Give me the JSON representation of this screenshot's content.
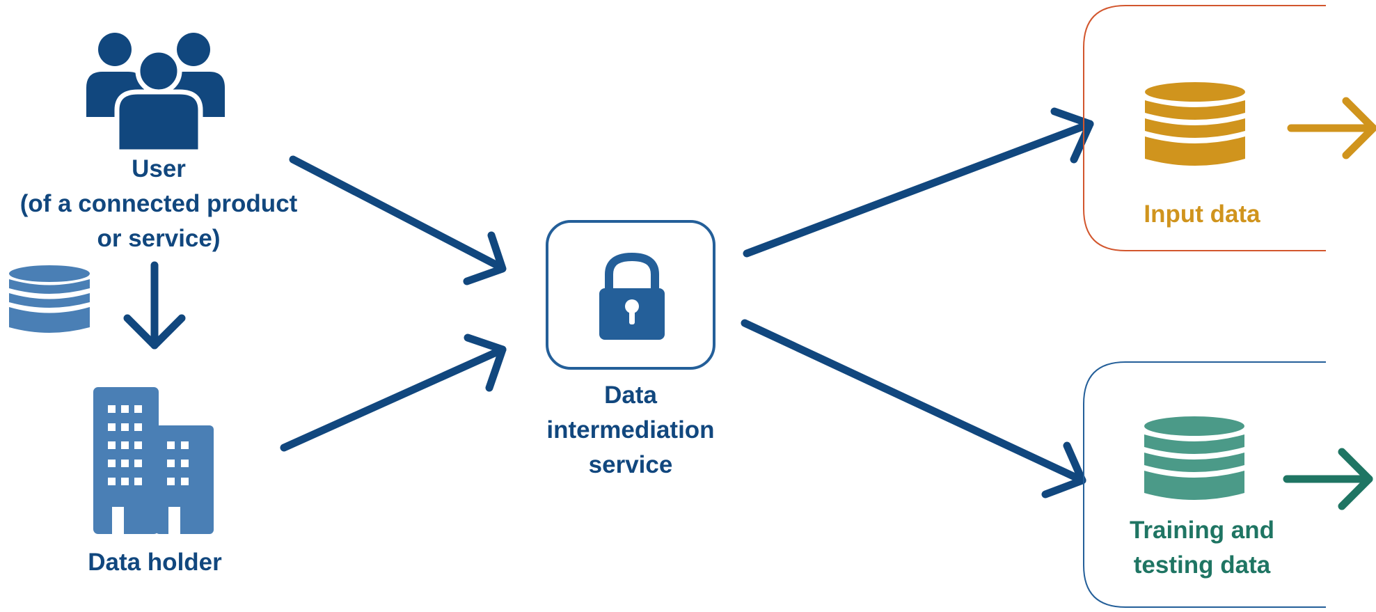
{
  "nodes": {
    "user": {
      "label_line1": "User",
      "label_line2": "(of a connected product",
      "label_line3": "or service)",
      "icon": "user-group-icon"
    },
    "data_holder": {
      "label": "Data holder",
      "icon": "building-icon",
      "side_icon": "database-icon"
    },
    "intermediary": {
      "label_line1": "Data",
      "label_line2": "intermediation",
      "label_line3": "service",
      "icon": "padlock-icon"
    },
    "input_data": {
      "label": "Input data",
      "icon": "database-icon"
    },
    "training_data": {
      "label_line1": "Training and",
      "label_line2": "testing data",
      "icon": "database-icon"
    }
  },
  "colors": {
    "primary_blue": "#11477e",
    "icon_blue": "#4a7fb5",
    "lock_blue": "#245f99",
    "orange": "#d0941d",
    "orange_border": "#d2562d",
    "teal": "#1f7563",
    "teal_icon": "#4b9a88"
  }
}
